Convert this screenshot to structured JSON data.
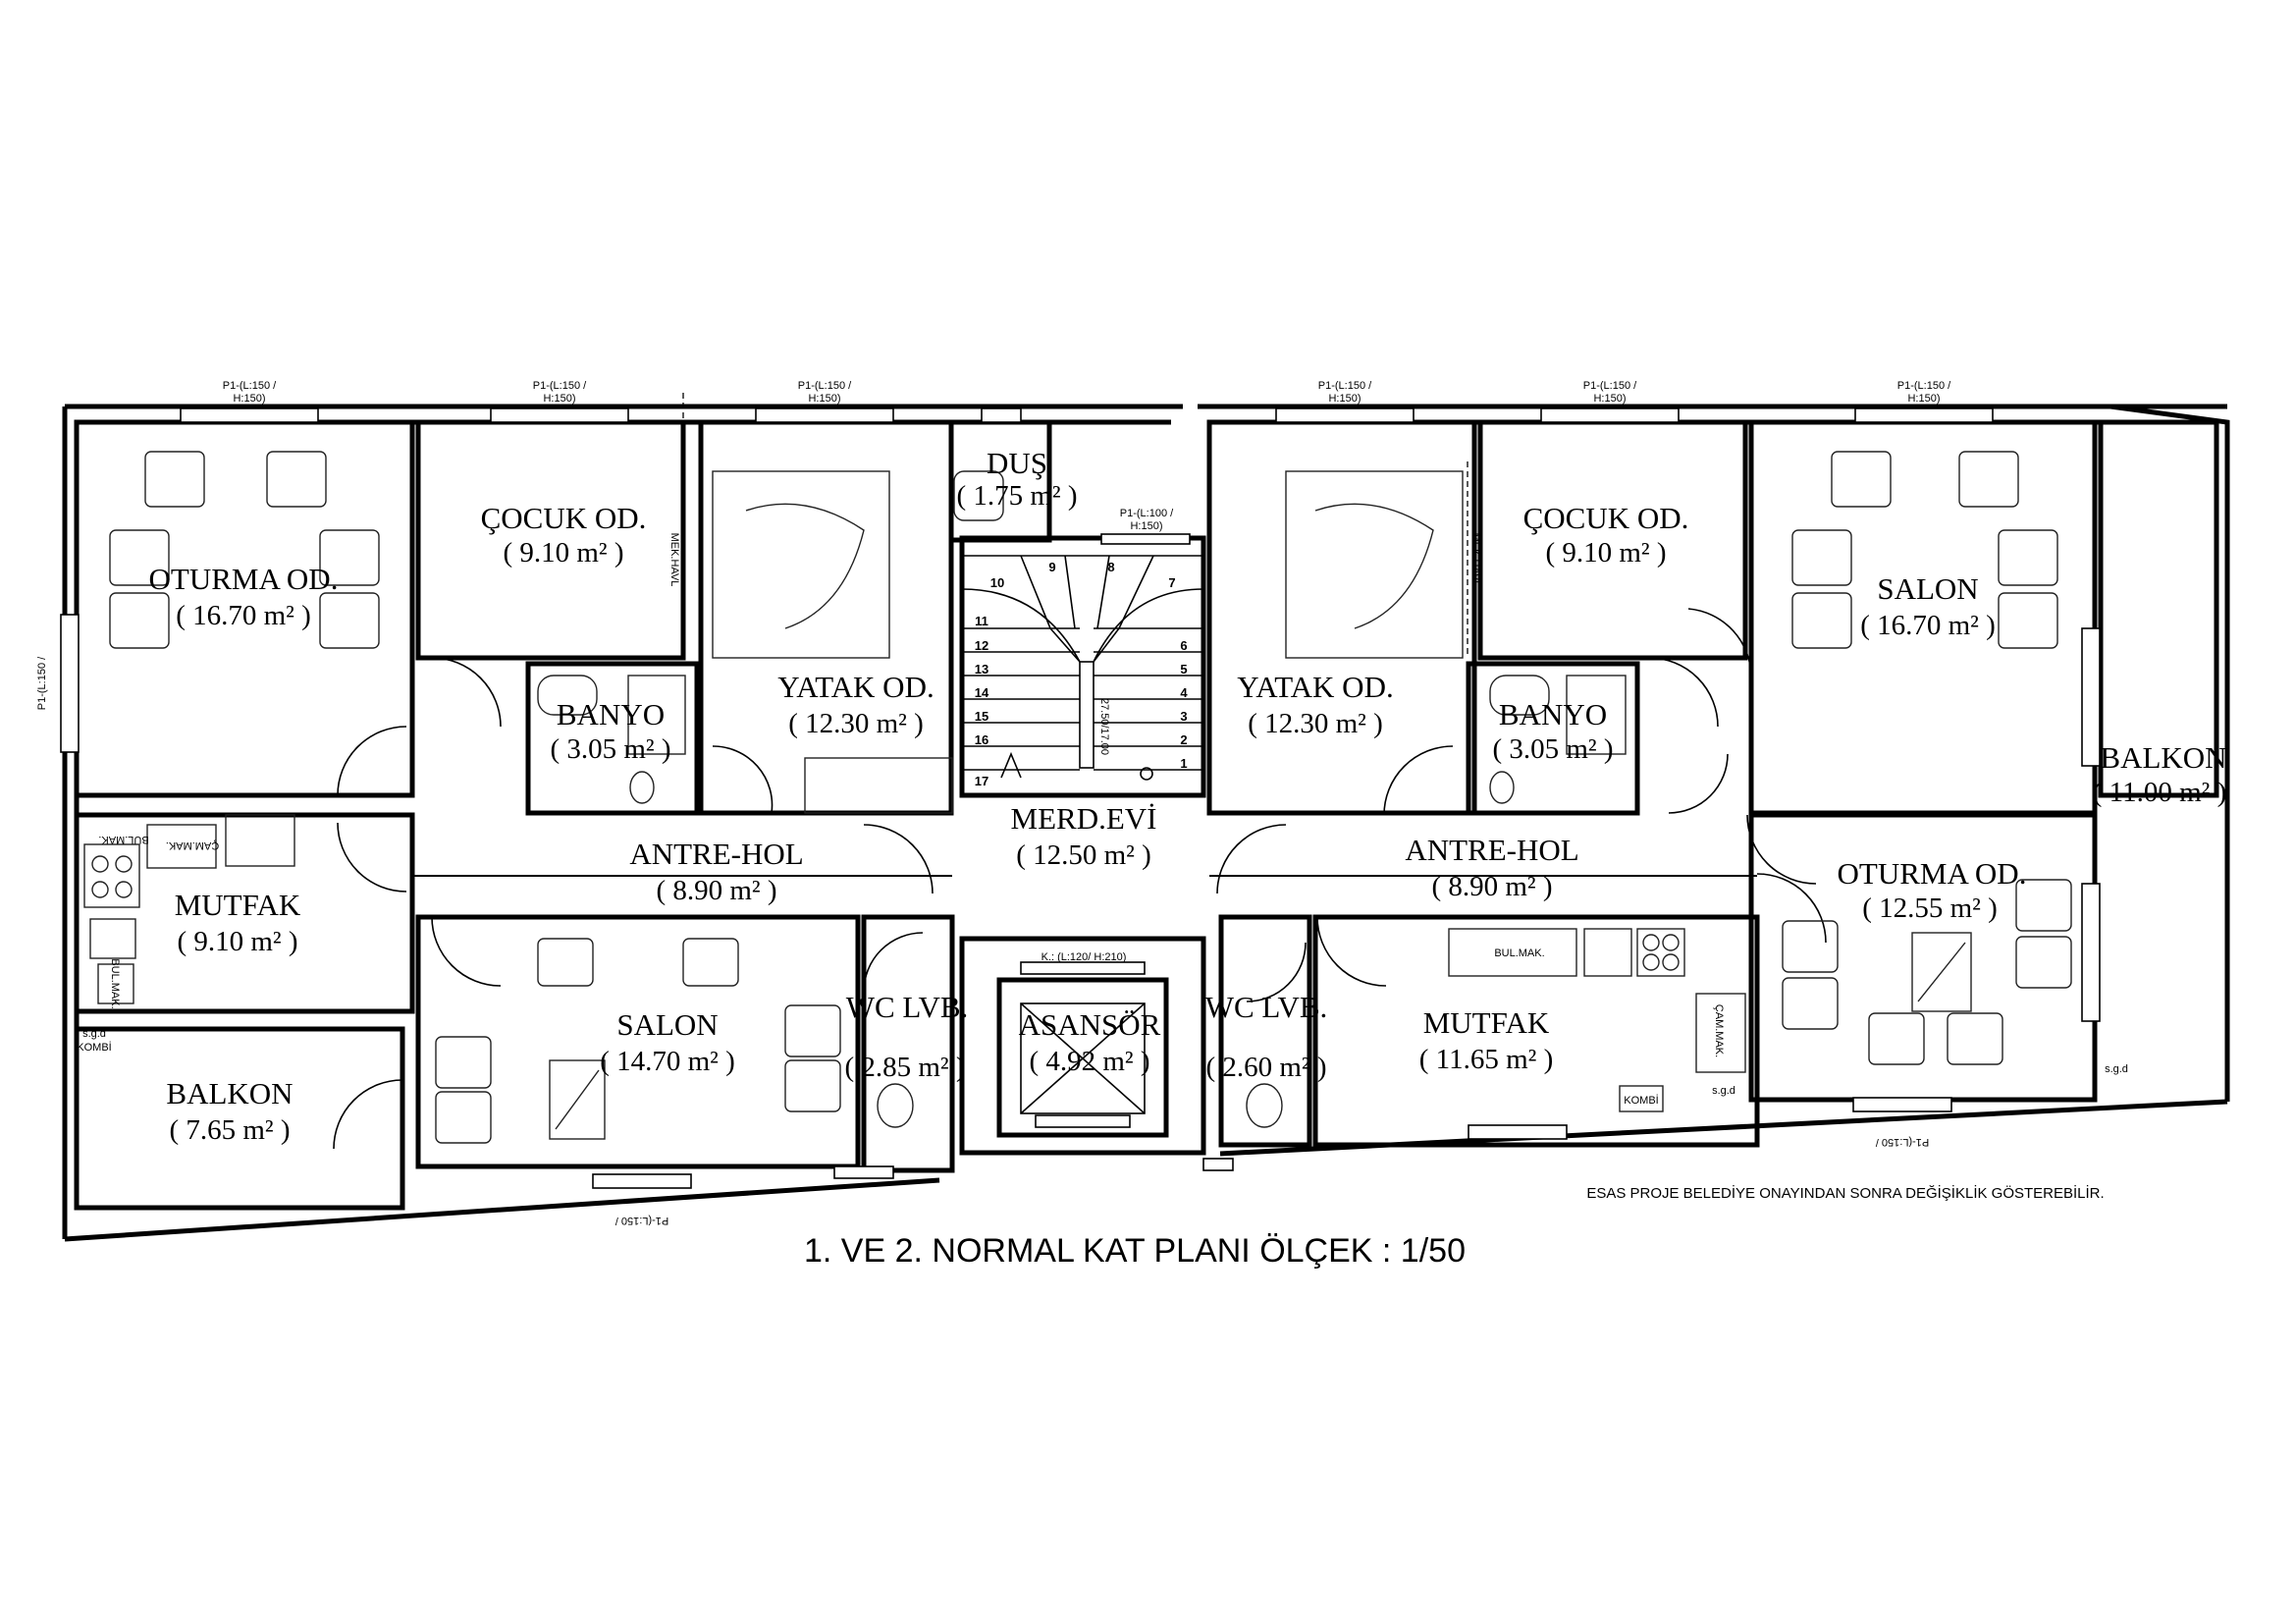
{
  "title": "1. VE 2. NORMAL  KAT PLANI ÖLÇEK : 1/50",
  "note": "ESAS PROJE BELEDİYE ONAYINDAN SONRA DEĞİŞİKLİK GÖSTEREBİLİR.",
  "rooms": [
    {
      "name": "OTURMA OD.",
      "area": "( 16.70 m² )"
    },
    {
      "name": "ÇOCUK OD.",
      "area": "( 9.10 m² )"
    },
    {
      "name": "DUŞ",
      "area": "( 1.75 m² )"
    },
    {
      "name": "BANYO",
      "area": "( 3.05 m² )"
    },
    {
      "name": "YATAK OD.",
      "area": "( 12.30 m² )"
    },
    {
      "name": "MUTFAK",
      "area": "( 9.10 m² )"
    },
    {
      "name": "ANTRE-HOL",
      "area": "( 8.90 m² )"
    },
    {
      "name": "SALON",
      "area": "( 14.70 m² )"
    },
    {
      "name": "BALKON",
      "area": "( 7.65 m² )"
    },
    {
      "name": "WC LVB.",
      "area": "( 2.85 m² )"
    },
    {
      "name": "MERD.EVİ",
      "area": "( 12.50 m² )"
    },
    {
      "name": "ASANSÖR",
      "area": "( 4.92 m² )"
    },
    {
      "name": "YATAK OD.",
      "area": "( 12.30 m² )"
    },
    {
      "name": "ÇOCUK OD.",
      "area": "( 9.10 m² )"
    },
    {
      "name": "SALON",
      "area": "( 16.70 m² )"
    },
    {
      "name": "BANYO",
      "area": "( 3.05 m² )"
    },
    {
      "name": "BALKON",
      "area": "( 11.00 m² )"
    },
    {
      "name": "ANTRE-HOL",
      "area": "( 8.90 m² )"
    },
    {
      "name": "OTURMA OD.",
      "area": "( 12.55 m² )"
    },
    {
      "name": "WC LVB.",
      "area": "( 2.60 m² )"
    },
    {
      "name": "MUTFAK",
      "area": "( 11.65 m² )"
    }
  ],
  "labels": {
    "window_a1": "P1-(L:150 /",
    "window_a2": "H:150)",
    "window_c1": "P1-(L:100 /",
    "window_c2": "H:150)",
    "elevator_door": "K.: (L:120/ H:210)",
    "stair_width": "27.50/17.00",
    "buzdolabi": "BUL.MAK.",
    "camasir": "ÇAM.MAK.",
    "kombi": "KOMBİ",
    "sgd": "s.g.d",
    "mek": "MEK.HAVL"
  },
  "stairs": [
    "1",
    "2",
    "3",
    "4",
    "5",
    "6",
    "7",
    "8",
    "9",
    "10",
    "11",
    "12",
    "13",
    "14",
    "15",
    "16",
    "17"
  ]
}
